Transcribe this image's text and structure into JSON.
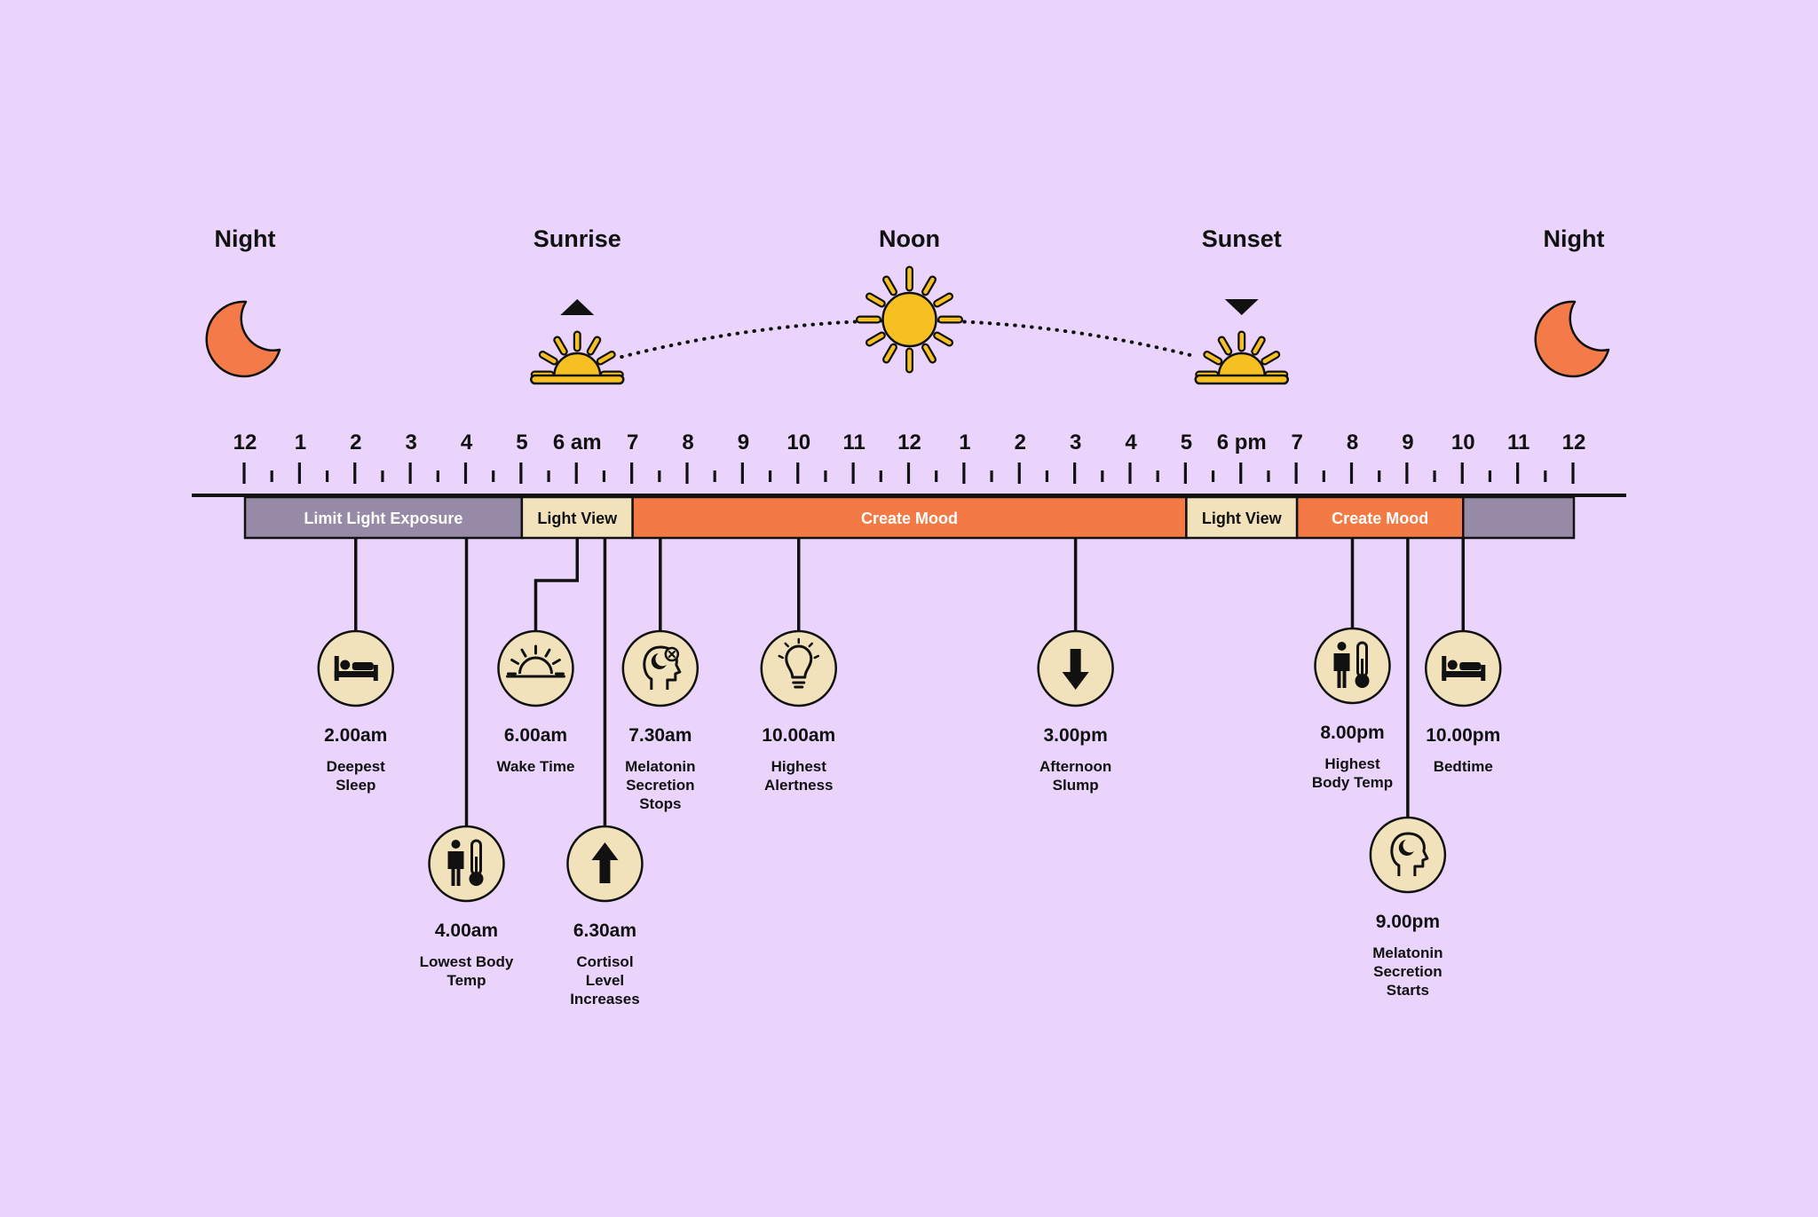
{
  "sky": {
    "labels": [
      {
        "id": "night-left",
        "text": "Night",
        "hour": 0
      },
      {
        "id": "sunrise",
        "text": "Sunrise",
        "hour": 6
      },
      {
        "id": "noon",
        "text": "Noon",
        "hour": 12
      },
      {
        "id": "sunset",
        "text": "Sunset",
        "hour": 18
      },
      {
        "id": "night-right",
        "text": "Night",
        "hour": 24
      }
    ],
    "colors": {
      "sun": "#f7c022",
      "moon": "#f47a4a",
      "outline": "#111111"
    }
  },
  "timeline": {
    "hour_labels": [
      "12",
      "1",
      "2",
      "3",
      "4",
      "5",
      "6 am",
      "7",
      "8",
      "9",
      "10",
      "11",
      "12",
      "1",
      "2",
      "3",
      "4",
      "5",
      "6 pm",
      "7",
      "8",
      "9",
      "10",
      "11",
      "12"
    ]
  },
  "bands": [
    {
      "label": "Limit Light Exposure",
      "start": 0,
      "end": 5,
      "color": "#968aa6",
      "text_color": "#ffffff"
    },
    {
      "label": "Light View",
      "start": 5,
      "end": 7,
      "color": "#f1e2bb",
      "text_color": "#111111"
    },
    {
      "label": "Create Mood",
      "start": 7,
      "end": 17,
      "color": "#f47a45",
      "text_color": "#ffffff"
    },
    {
      "label": "Light View",
      "start": 17,
      "end": 19,
      "color": "#f1e2bb",
      "text_color": "#111111"
    },
    {
      "label": "Create Mood",
      "start": 19,
      "end": 22,
      "color": "#f47a45",
      "text_color": "#ffffff"
    },
    {
      "label": "",
      "start": 22,
      "end": 24,
      "color": "#968aa6",
      "text_color": "#ffffff"
    }
  ],
  "events": [
    {
      "time": "2.00am",
      "hour": 2,
      "icon": "bed-icon",
      "desc": [
        "Deepest",
        "Sleep"
      ],
      "level": 1
    },
    {
      "time": "4.00am",
      "hour": 4,
      "icon": "person-thermometer-icon",
      "desc": [
        "Lowest Body",
        "Temp"
      ],
      "level": 2
    },
    {
      "time": "6.00am",
      "hour": 6,
      "icon": "sunrise-icon",
      "desc": [
        "Wake Time"
      ],
      "level": 1,
      "offset": -0.75
    },
    {
      "time": "6.30am",
      "hour": 6.5,
      "icon": "arrow-up-icon",
      "desc": [
        "Cortisol",
        "Level",
        "Increases"
      ],
      "level": 2
    },
    {
      "time": "7.30am",
      "hour": 7.5,
      "icon": "head-cross-icon",
      "desc": [
        "Melatonin",
        "Secretion",
        "Stops"
      ],
      "level": 1
    },
    {
      "time": "10.00am",
      "hour": 10,
      "icon": "lightbulb-icon",
      "desc": [
        "Highest",
        "Alertness"
      ],
      "level": 1
    },
    {
      "time": "3.00pm",
      "hour": 15,
      "icon": "arrow-down-icon",
      "desc": [
        "Afternoon",
        "Slump"
      ],
      "level": 1
    },
    {
      "time": "8.00pm",
      "hour": 20,
      "icon": "person-thermometer-icon",
      "desc": [
        "Highest",
        "Body Temp"
      ],
      "level": 1
    },
    {
      "time": "9.00pm",
      "hour": 21,
      "icon": "head-moon-icon",
      "desc": [
        "Melatonin",
        "Secretion",
        "Starts"
      ],
      "level": 2
    },
    {
      "time": "10.00pm",
      "hour": 22,
      "icon": "bed-icon",
      "desc": [
        "Bedtime"
      ],
      "level": 1
    }
  ],
  "icon_bg": "#f1e2bb"
}
